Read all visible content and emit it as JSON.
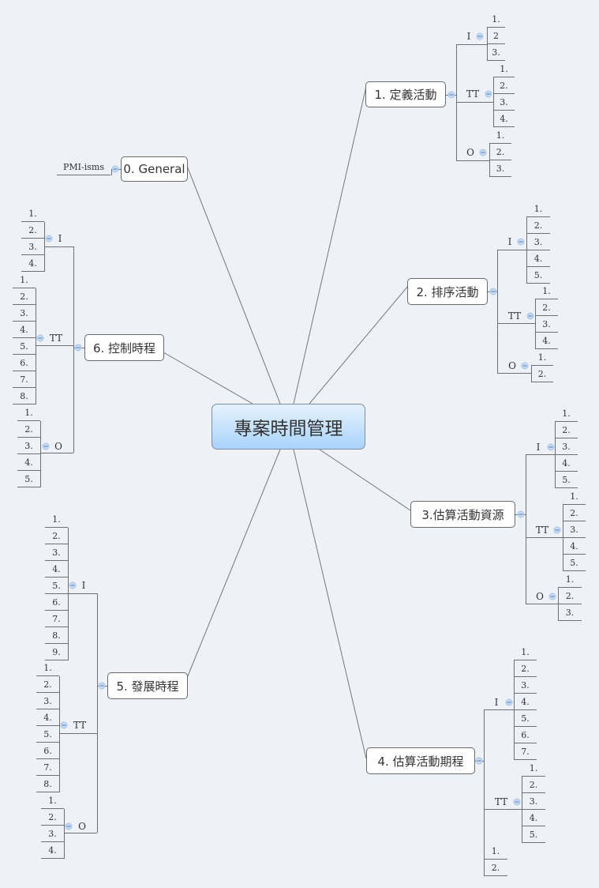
{
  "center": "專案時間管理",
  "branches": [
    {
      "label": "0. General",
      "groups": [],
      "items": [
        "PMI-isms"
      ]
    },
    {
      "label": "1. 定義活動",
      "groups": [
        {
          "label": "I",
          "items": [
            "1.",
            "2",
            "3."
          ]
        },
        {
          "label": "TT",
          "items": [
            "1.",
            "2.",
            "3.",
            "4."
          ]
        },
        {
          "label": "O",
          "items": [
            "1.",
            "2.",
            "3."
          ]
        }
      ],
      "items": []
    },
    {
      "label": "2. 排序活動",
      "groups": [
        {
          "label": "I",
          "items": [
            "1.",
            "2.",
            "3.",
            "4.",
            "5."
          ]
        },
        {
          "label": "TT",
          "items": [
            "1.",
            "2.",
            "3.",
            "4."
          ]
        },
        {
          "label": "O",
          "items": [
            "1.",
            "2."
          ]
        }
      ],
      "items": []
    },
    {
      "label": "3.估算活動資源",
      "groups": [
        {
          "label": "I",
          "items": [
            "1.",
            "2.",
            "3.",
            "4.",
            "5."
          ]
        },
        {
          "label": "TT",
          "items": [
            "1.",
            "2.",
            "3.",
            "4.",
            "5."
          ]
        },
        {
          "label": "O",
          "items": [
            "1.",
            "2.",
            "3."
          ]
        }
      ],
      "items": []
    },
    {
      "label": "4. 估算活動期程",
      "groups": [
        {
          "label": "I",
          "items": [
            "1.",
            "2.",
            "3.",
            "4.",
            "5.",
            "6.",
            "7."
          ]
        },
        {
          "label": "TT",
          "items": [
            "1.",
            "2.",
            "3.",
            "4.",
            "5."
          ]
        }
      ],
      "items": [
        "1.",
        "2."
      ]
    },
    {
      "label": "5. 發展時程",
      "groups": [
        {
          "label": "I",
          "items": [
            "1.",
            "2.",
            "3.",
            "4.",
            "5.",
            "6.",
            "7.",
            "8.",
            "9."
          ]
        },
        {
          "label": "TT",
          "items": [
            "1.",
            "2.",
            "3.",
            "4.",
            "5.",
            "6.",
            "7.",
            "8."
          ]
        },
        {
          "label": "O",
          "items": [
            "1.",
            "2.",
            "3.",
            "4."
          ]
        }
      ],
      "items": []
    },
    {
      "label": "6. 控制時程",
      "groups": [
        {
          "label": "I",
          "items": [
            "1.",
            "2.",
            "3.",
            "4."
          ]
        },
        {
          "label": "TT",
          "items": [
            "1.",
            "2.",
            "3.",
            "4.",
            "5.",
            "6.",
            "7.",
            "8."
          ]
        },
        {
          "label": "O",
          "items": [
            "1.",
            "2.",
            "3.",
            "4.",
            "5."
          ]
        }
      ],
      "items": []
    }
  ]
}
